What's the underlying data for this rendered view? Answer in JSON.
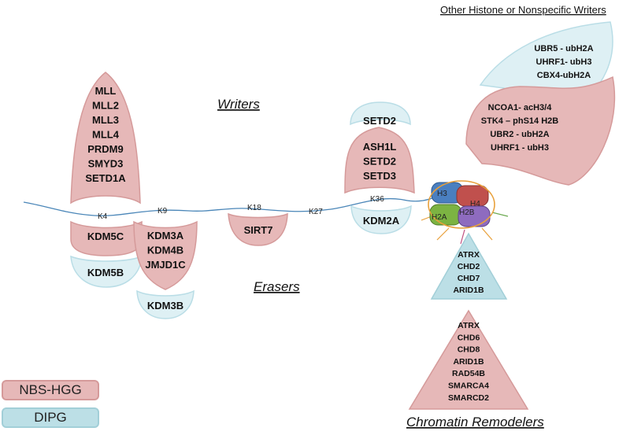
{
  "headings": {
    "writers": "Writers",
    "erasers": "Erasers",
    "chromatin_remodelers": "Chromatin Remodelers",
    "other_writers": "Other Histone or Nonspecific Writers"
  },
  "sites": [
    "K4",
    "K9",
    "K18",
    "K27",
    "K36"
  ],
  "writers_k4": [
    "MLL",
    "MLL2",
    "MLL3",
    "MLL4",
    "PRDM9",
    "SMYD3",
    "SETD1A"
  ],
  "writers_k36_nbs": [
    "ASH1L",
    "SETD2",
    "SETD3"
  ],
  "writers_k36_dipg": [
    "SETD2"
  ],
  "erasers_k4_nbs": [
    "KDM5C"
  ],
  "erasers_k4_dipg": [
    "KDM5B"
  ],
  "erasers_k9_nbs": [
    "KDM3A",
    "KDM4B",
    "JMJD1C"
  ],
  "erasers_k9_dipg": [
    "KDM3B"
  ],
  "erasers_k18_nbs": [
    "SIRT7"
  ],
  "erasers_k36_dipg": [
    "KDM2A"
  ],
  "other_writers_dipg": [
    "UBR5 - ubH2A",
    "UHRF1- ubH3",
    "CBX4-ubH2A"
  ],
  "other_writers_nbs": [
    "NCOA1- acH3/4",
    "STK4 – phS14 H2B",
    "UBR2 - ubH2A",
    "UHRF1 - ubH3"
  ],
  "remodelers_dipg": [
    "ATRX",
    "CHD2",
    "CHD7",
    "ARID1B"
  ],
  "remodelers_nbs": [
    "ATRX",
    "CHD6",
    "CHD8",
    "ARID1B",
    "RAD54B",
    "SMARCA4",
    "SMARCD2"
  ],
  "nucleosome_labels": [
    "H3",
    "H4",
    "H2A",
    "H2B"
  ],
  "legend": {
    "nbs": "NBS-HGG",
    "dipg": "DIPG"
  },
  "colors": {
    "nbs_fill": "#e6b8b8",
    "nbs_stroke": "#d59a9a",
    "dipg_fill": "#def0f4",
    "dipg_stroke": "#b9dde6",
    "tail": "#4a86b8"
  }
}
